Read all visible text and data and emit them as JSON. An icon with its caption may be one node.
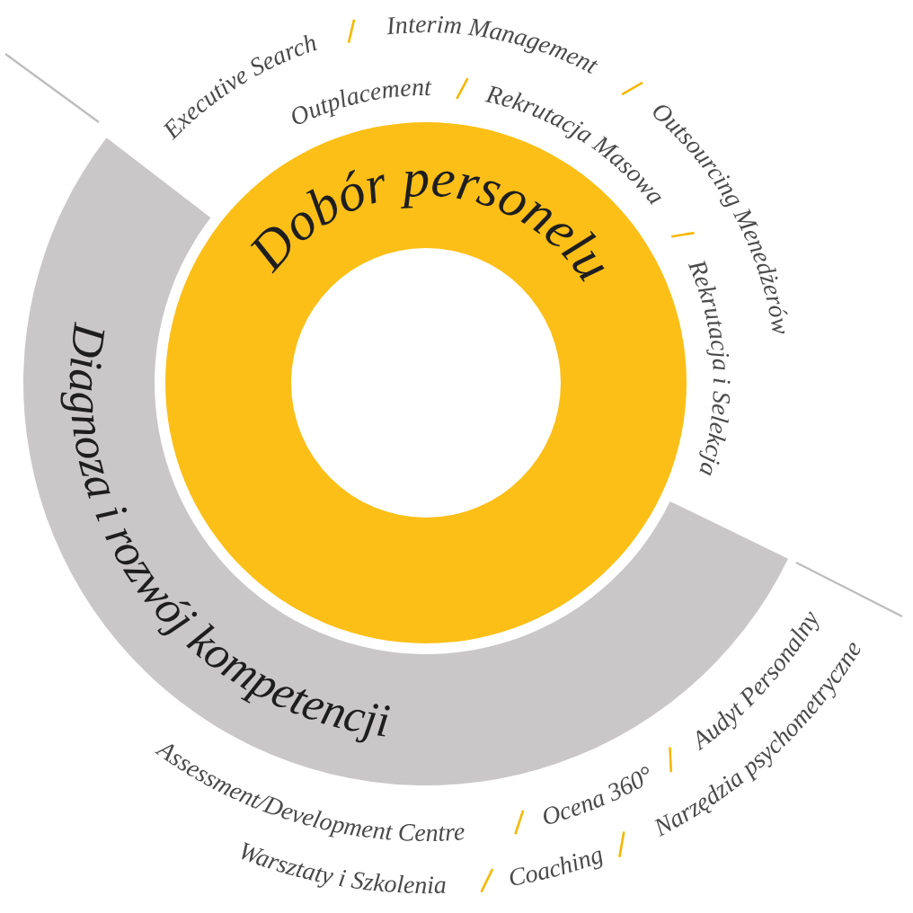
{
  "diagram": {
    "nodes": [
      {
        "text": [
          "Dobór personelu"
        ]
      },
      {
        "text": [
          "Diagnoza i rozwój kompetencji"
        ]
      }
    ],
    "labels": [
      "Executive Search",
      "Interim Management",
      "Outsourcing Menedżerów",
      "Outplacement",
      "Rekrutacja Masowa",
      "Rekrutacja i Selekcja",
      "Assessment/Development Centre",
      "Ocena 360°",
      "Audyt Personalny",
      "Warsztaty i Szkolenia",
      "Coaching",
      "Narzędzia psychometryczne"
    ]
  }
}
